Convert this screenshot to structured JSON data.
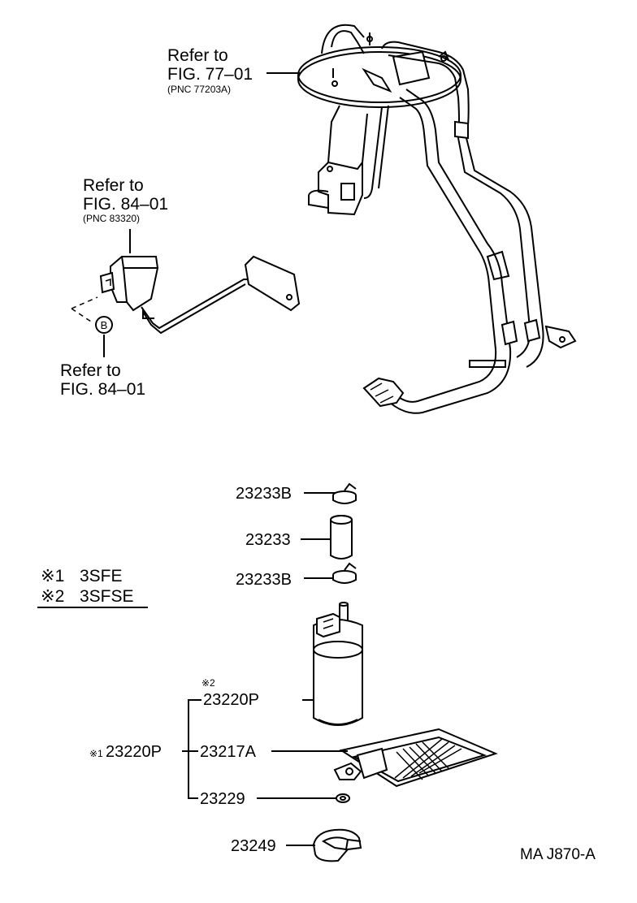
{
  "refs": {
    "fig77": {
      "line1": "Refer to",
      "line2": "FIG. 77–01",
      "pnc": "(PNC 77203A)"
    },
    "fig84_top": {
      "line1": "Refer to",
      "line2": "FIG. 84–01",
      "pnc": "(PNC 83320)"
    },
    "fig84_bottom": {
      "line1": "Refer to",
      "line2": "FIG. 84–01"
    },
    "circle_marker": "B"
  },
  "legend": {
    "row1_mark": "※1",
    "row1_text": "3SFE",
    "row2_mark": "※2",
    "row2_text": "3SFSE"
  },
  "parts": {
    "clamp_top": "23233B",
    "hose": "23233",
    "clamp_bottom": "23233B",
    "pump_note": "※2",
    "pump": "23220P",
    "assy_note": "※1",
    "assy": "23220P",
    "filter": "23217A",
    "washer": "23229",
    "bracket": "23249"
  },
  "figure_code": "MA J870-A"
}
